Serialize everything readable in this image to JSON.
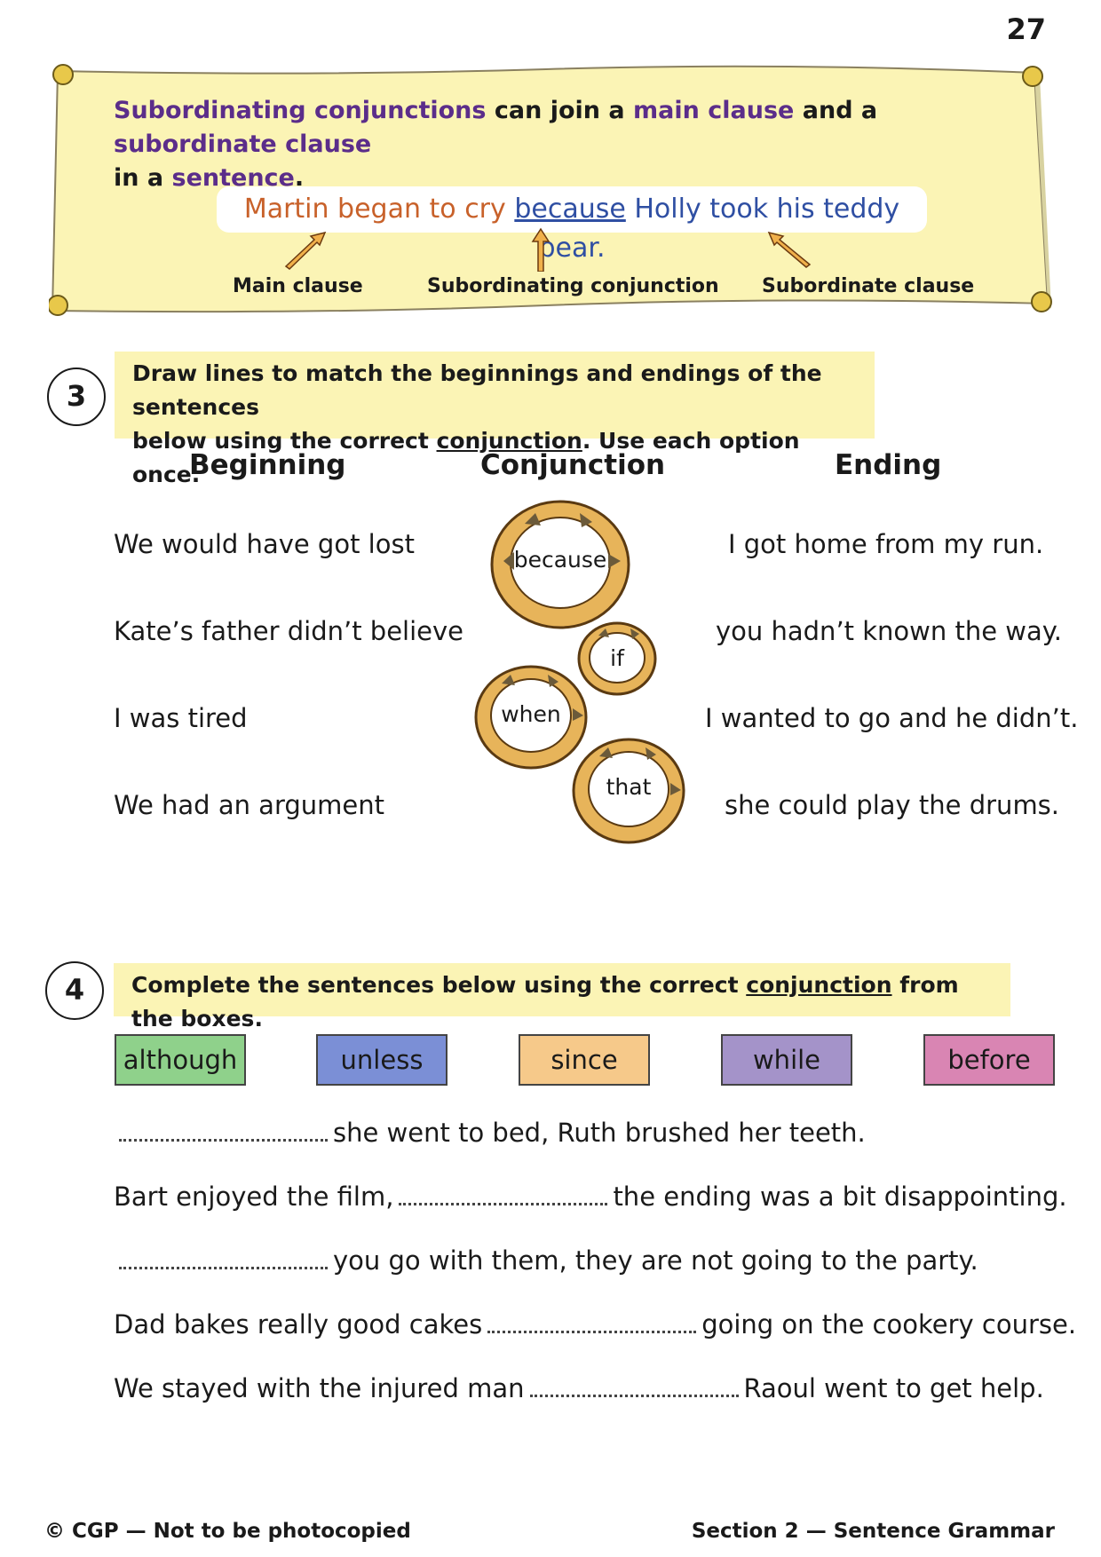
{
  "page": {
    "number": "27"
  },
  "intro": {
    "line1_a": "Subordinating conjunctions",
    "line1_b": " can join a ",
    "line1_c": "main clause",
    "line1_d": " and a ",
    "line1_e": "subordinate clause",
    "line2_a": "in a ",
    "line2_b": "sentence",
    "line2_c": "."
  },
  "example": {
    "main": "Martin began to cry",
    "conj": "because",
    "sub": "Holly took his teddy bear.",
    "labels": [
      "Main clause",
      "Subordinating conjunction",
      "Subordinate clause"
    ]
  },
  "q3": {
    "number": "3",
    "instruction_a": "Draw lines to match the beginnings and endings of the sentences",
    "instruction_b": "below using the correct ",
    "instruction_kw": "conjunction",
    "instruction_c": ".  Use each option once.",
    "headers": {
      "beginning": "Beginning",
      "conjunction": "Conjunction",
      "ending": "Ending"
    },
    "beginnings": [
      "We would have got lost",
      "Kate’s father didn’t believe",
      "I was tired",
      "We had an argument"
    ],
    "conjunctions": [
      "because",
      "if",
      "when",
      "that"
    ],
    "endings": [
      "I got home from my run.",
      "you hadn’t known the way.",
      "I wanted to go and he didn’t.",
      "she could play the drums."
    ]
  },
  "q4": {
    "number": "4",
    "instruction_a": "Complete the sentences below using the correct ",
    "instruction_kw": "conjunction",
    "instruction_c": " from the boxes.",
    "options": [
      {
        "label": "although",
        "color": "#8fd18b"
      },
      {
        "label": "unless",
        "color": "#7b8fd6"
      },
      {
        "label": "since",
        "color": "#f6c98a"
      },
      {
        "label": "while",
        "color": "#a493c9"
      },
      {
        "label": "before",
        "color": "#d985b3"
      }
    ],
    "s1_after": "she went to bed, Ruth brushed her teeth.",
    "s2_before": "Bart enjoyed the film,",
    "s2_after": "the ending was a bit disappointing.",
    "s3_after": "you go with them, they are not going to the party.",
    "s4_before": "Dad bakes really good cakes",
    "s4_after": "going on the cookery course.",
    "s5_before": "We stayed with the injured man",
    "s5_after": "Raoul went to get help."
  },
  "footer": {
    "left": "© CGP — Not to be photocopied",
    "right": "Section 2 — Sentence Grammar"
  }
}
